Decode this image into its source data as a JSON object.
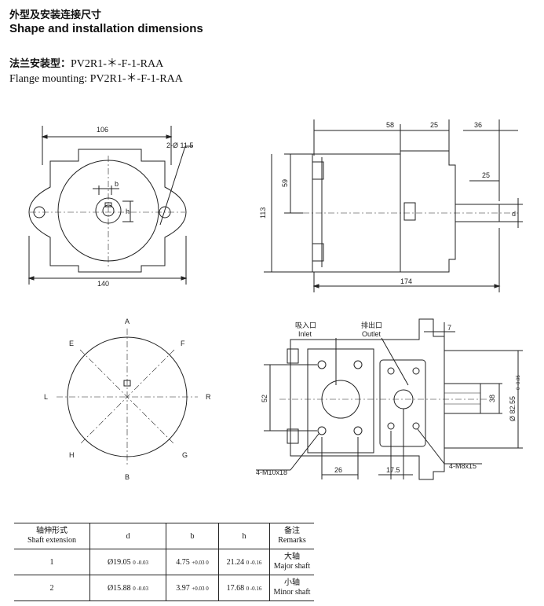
{
  "header": {
    "title_cn": "外型及安装连接尺寸",
    "title_en": "Shape and installation dimensions"
  },
  "subtitle": {
    "label_cn": "法兰安装型：",
    "model_cn": "PV2R1-＊-F-1-RAA",
    "line_en": "Flange mounting: PV2R1-＊-F-1-RAA"
  },
  "front_view": {
    "dim_width": "106",
    "dim_base": "140",
    "holes": "2-Ø 11.5",
    "b": "b",
    "h": "h"
  },
  "side_view": {
    "dim_58": "58",
    "dim_25a": "25",
    "dim_36": "36",
    "dim_25b": "25",
    "dim_59": "59",
    "dim_113": "113",
    "dim_174": "174",
    "d": "d"
  },
  "rotation_view": {
    "A": "A",
    "B": "B",
    "E": "E",
    "F": "F",
    "G": "G",
    "H": "H",
    "L": "L",
    "R": "R"
  },
  "port_view": {
    "inlet_cn": "吸入口",
    "inlet_en": "Inlet",
    "outlet_cn": "排出口",
    "outlet_en": "Outlet",
    "dim_7": "7",
    "dim_52": "52",
    "dim_38": "38",
    "dim_826": "Ø 82.55",
    "tol_826": "0 -0.05",
    "m10": "4-M10x18",
    "dim_26": "26",
    "dim_175": "17.5",
    "m8": "4-M8x15"
  },
  "table": {
    "headers": {
      "ext_cn": "轴伸形式",
      "ext_en": "Shaft extension",
      "d": "d",
      "b": "b",
      "h": "h",
      "rem_cn": "备注",
      "rem_en": "Remarks"
    },
    "rows": [
      {
        "no": "1",
        "d": "Ø19.05",
        "d_tol": "0 -0.03",
        "b": "4.75",
        "b_tol": "+0.03 0",
        "h": "21.24",
        "h_tol": "0 -0.16",
        "rem_cn": "大轴",
        "rem_en": "Major shaft"
      },
      {
        "no": "2",
        "d": "Ø15.88",
        "d_tol": "0 -0.03",
        "b": "3.97",
        "b_tol": "+0.03 0",
        "h": "17.68",
        "h_tol": "0 -0.16",
        "rem_cn": "小轴",
        "rem_en": "Minor shaft"
      }
    ]
  }
}
